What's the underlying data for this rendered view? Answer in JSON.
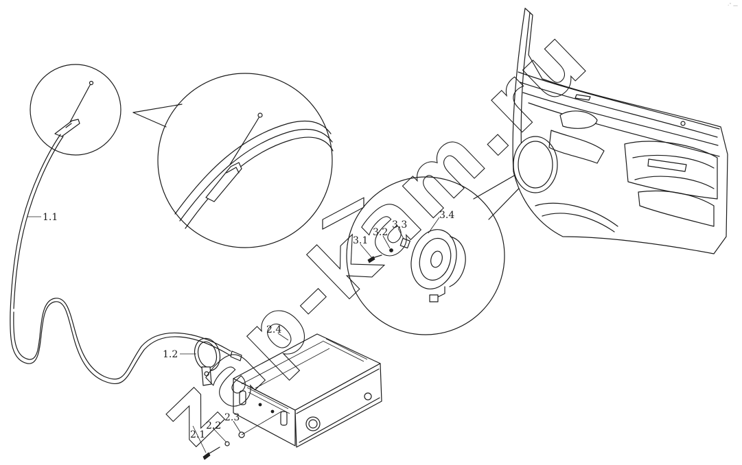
{
  "diagram": {
    "callouts": [
      {
        "id": "1.1",
        "text": "1.1"
      },
      {
        "id": "1.2",
        "text": "1.2"
      },
      {
        "id": "2.1",
        "text": "2.1"
      },
      {
        "id": "2.2",
        "text": "2.2"
      },
      {
        "id": "2.3",
        "text": "2.3"
      },
      {
        "id": "2.4",
        "text": "2.4"
      },
      {
        "id": "3.1",
        "text": "3.1"
      },
      {
        "id": "3.2",
        "text": "3.2"
      },
      {
        "id": "3.3",
        "text": "3.3"
      },
      {
        "id": "3.4",
        "text": "3.4"
      }
    ],
    "watermark": "zap-kam.ru",
    "corner_mark": "·˜ —"
  }
}
